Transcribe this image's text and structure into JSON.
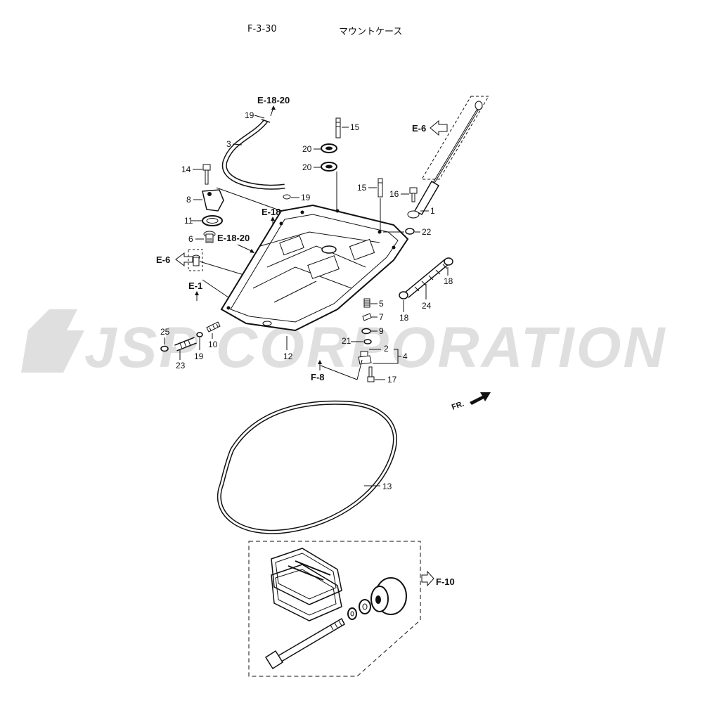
{
  "header": {
    "figure_code": "F-3-30",
    "title": "マウントケース"
  },
  "watermark": {
    "text": "JSP CORPORATION",
    "color": "#d9d9d9"
  },
  "front_marker": "FR.",
  "references": {
    "e18_20_top": "E-18-20",
    "e6_right": "E-6",
    "e18": "E-18",
    "e18_20_mid": "E-18-20",
    "e6_left": "E-6",
    "e1": "E-1",
    "f8": "F-8",
    "f10": "F-10"
  },
  "callouts": {
    "c19a": "19",
    "c3": "3",
    "c15a": "15",
    "c20a": "20",
    "c20b": "20",
    "c14": "14",
    "c15b": "15",
    "c16": "16",
    "c1": "1",
    "c8": "8",
    "c19b": "19",
    "c22": "22",
    "c11": "11",
    "c6": "6",
    "c18a": "18",
    "c24": "24",
    "c18b": "18",
    "c5": "5",
    "c7": "7",
    "c9": "9",
    "c21": "21",
    "c2": "2",
    "c4": "4",
    "c17": "17",
    "c25": "25",
    "c10": "10",
    "c19c": "19",
    "c23": "23",
    "c12": "12",
    "c13": "13"
  }
}
